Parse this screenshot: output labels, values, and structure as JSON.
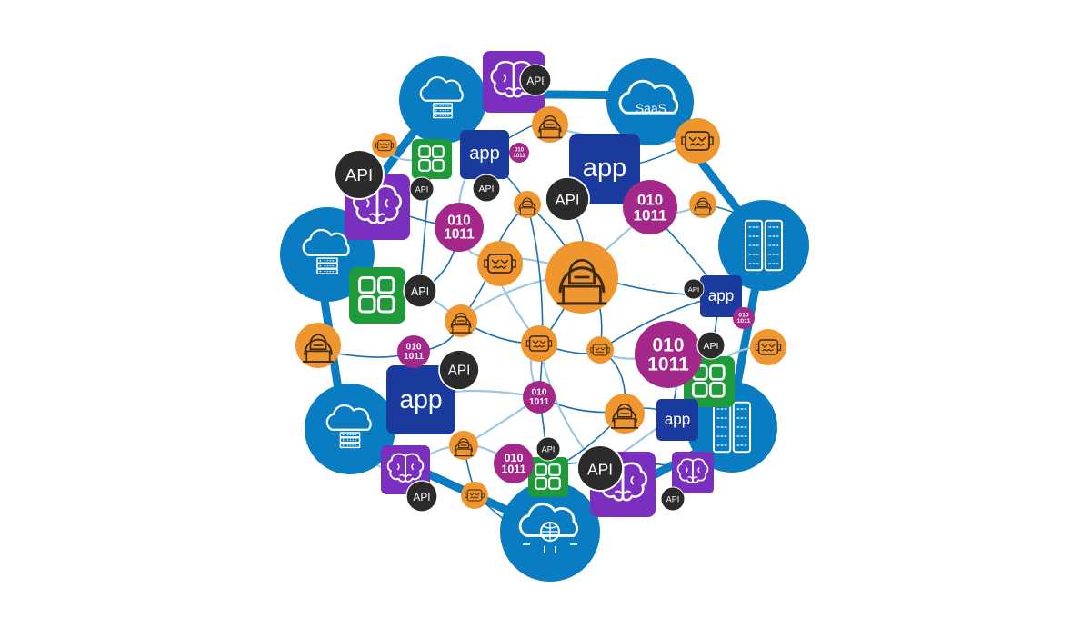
{
  "labels": {
    "api": "API",
    "app": "app",
    "saas": "SaaS",
    "binary_top": "010",
    "binary_bottom": "1011"
  },
  "colors": {
    "blue": "#0a7cc1",
    "navy": "#1a3a9e",
    "purple": "#7b2fbe",
    "magenta": "#a3288a",
    "orange": "#f0962e",
    "green": "#1e9a3a",
    "dark": "#2b2b2b",
    "link": "#1a6fb0",
    "link_light": "#9cc7e3"
  },
  "icons": [
    "cloud-server-icon",
    "saas-cloud-icon",
    "server-rack-icon",
    "cloud-globe-icon",
    "hacker-icon",
    "robot-icon",
    "brain-icon",
    "app-grid-icon",
    "binary-icon",
    "api-badge",
    "app-badge"
  ]
}
